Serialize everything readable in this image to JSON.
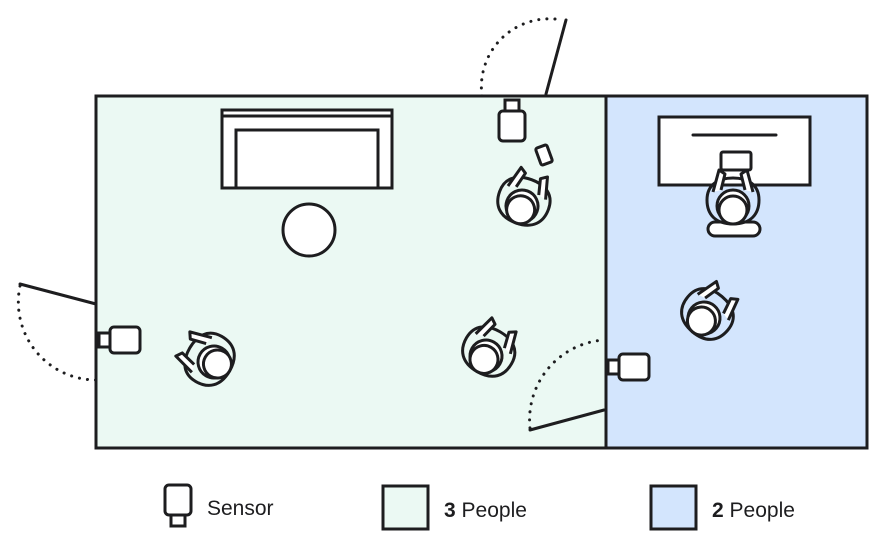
{
  "colors": {
    "room_left_fill": "#ebf9f3",
    "room_right_fill": "#d3e5fd",
    "stroke": "#1d1d1f"
  },
  "rooms": [
    {
      "id": "left-room",
      "occupancy": 3,
      "label": "People"
    },
    {
      "id": "right-room",
      "occupancy": 2,
      "label": "People"
    }
  ],
  "legend": {
    "sensor_label": "Sensor",
    "green_count": "3",
    "green_label": "People",
    "blue_count": "2",
    "blue_label": "People"
  },
  "icons": [
    "sensor-icon",
    "person-top-view-icon",
    "sofa-icon",
    "round-table-icon",
    "desk-icon",
    "chair-icon",
    "door-icon"
  ]
}
